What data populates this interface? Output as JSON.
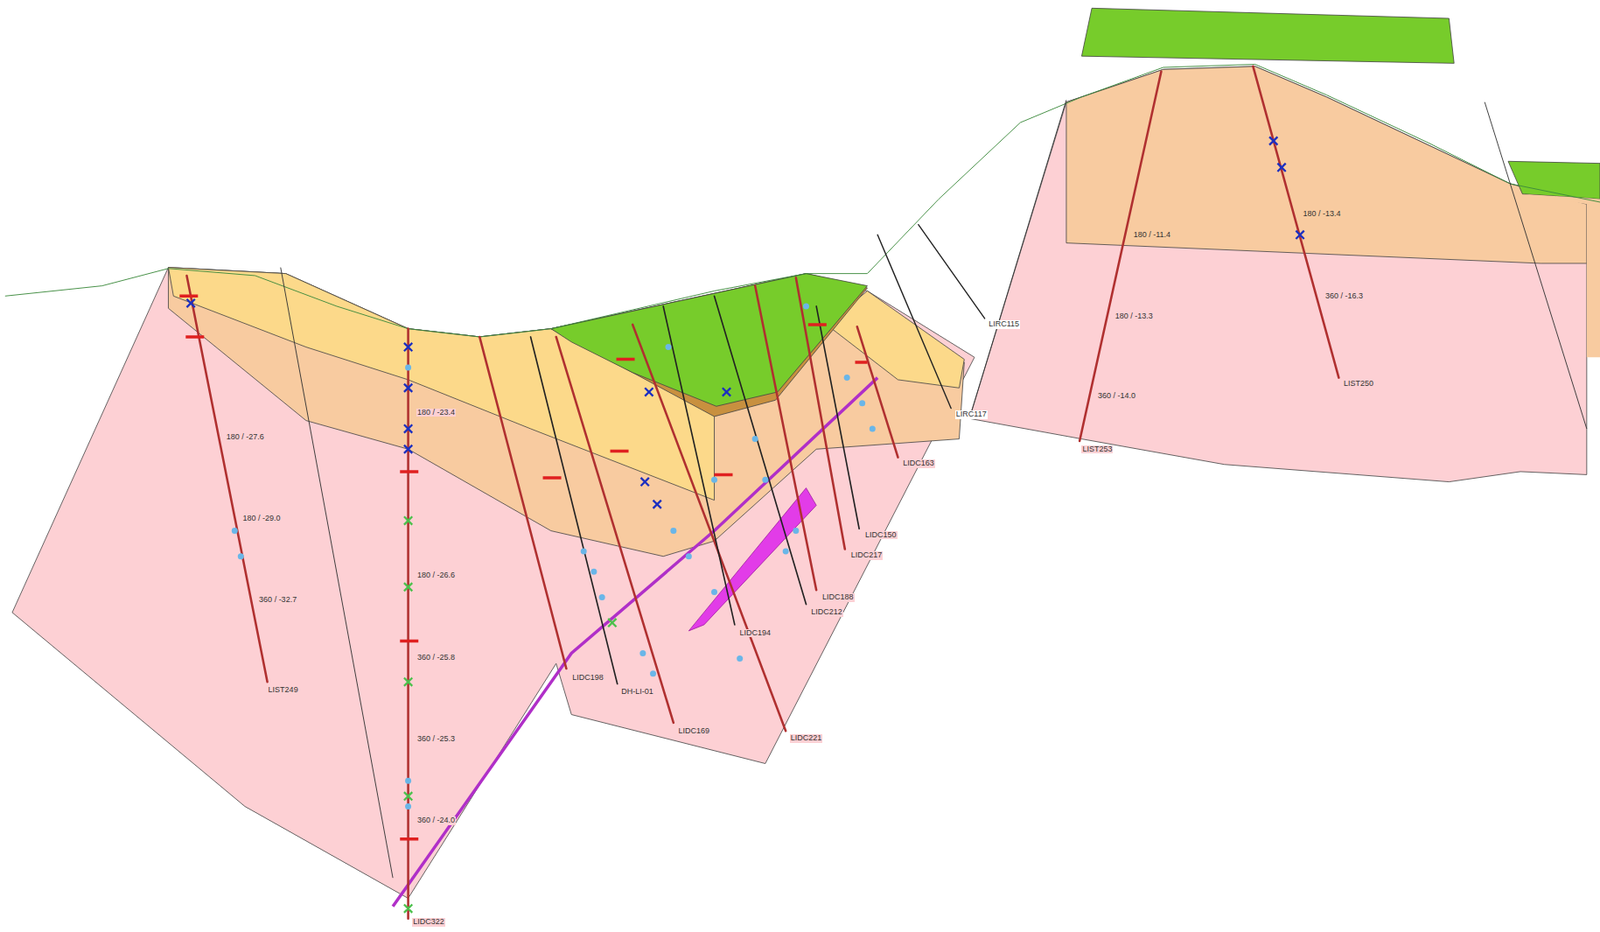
{
  "diagram": {
    "labels": [
      "LIST249",
      "LIDC322",
      "LIDC198",
      "DH-LI-01",
      "LIDC169",
      "LIDC221",
      "LIDC194",
      "LIDC212",
      "LIDC188",
      "LIDC217",
      "LIDC150",
      "LIDC163",
      "LIRC117",
      "LIRC115",
      "LIST253",
      "LIST250",
      "180 / -23.4",
      "180 / -26.6",
      "360 / -25.8",
      "360 / -25.3",
      "360 / -24.0",
      "180 / -27.6",
      "180 / -29.0",
      "360 / -32.7",
      "180 / -13.4",
      "360 / -16.3",
      "180 / -11.4",
      "180 / -13.3",
      "360 / -14.0"
    ]
  }
}
